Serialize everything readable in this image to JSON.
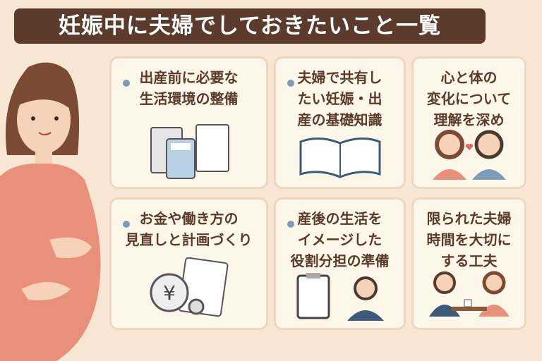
{
  "title": "妊娠中に夫婦でしておきたいこと一覧",
  "cards": [
    {
      "lines": [
        "出産前に必要な",
        "生活環境の整備"
      ],
      "icon": "checklist-calculator-icon"
    },
    {
      "lines": [
        "夫婦で共有し",
        "たい妊娠・出",
        "産の基礎知識"
      ],
      "icon": "open-book-icon"
    },
    {
      "lines": [
        "心と体の",
        "変化について",
        "理解を深め"
      ],
      "icon": "couple-heart-icon"
    },
    {
      "lines": [
        "お金や働き方の",
        "見直しと計画づくり"
      ],
      "icon": "yen-gear-document-icon"
    },
    {
      "lines": [
        "産後の生活を",
        "イメージした",
        "役割分担の準備"
      ],
      "icon": "clipboard-man-icon"
    },
    {
      "lines": [
        "限られた夫婦",
        "時間を大切に",
        "する工夫"
      ],
      "icon": "couple-table-icon"
    }
  ],
  "colors": {
    "background": "#f7e6d3",
    "title_bg": "#5b3b2b",
    "text": "#5a3a28",
    "card_bg": "#fdf7ea",
    "bullet": "#7b9dba"
  }
}
